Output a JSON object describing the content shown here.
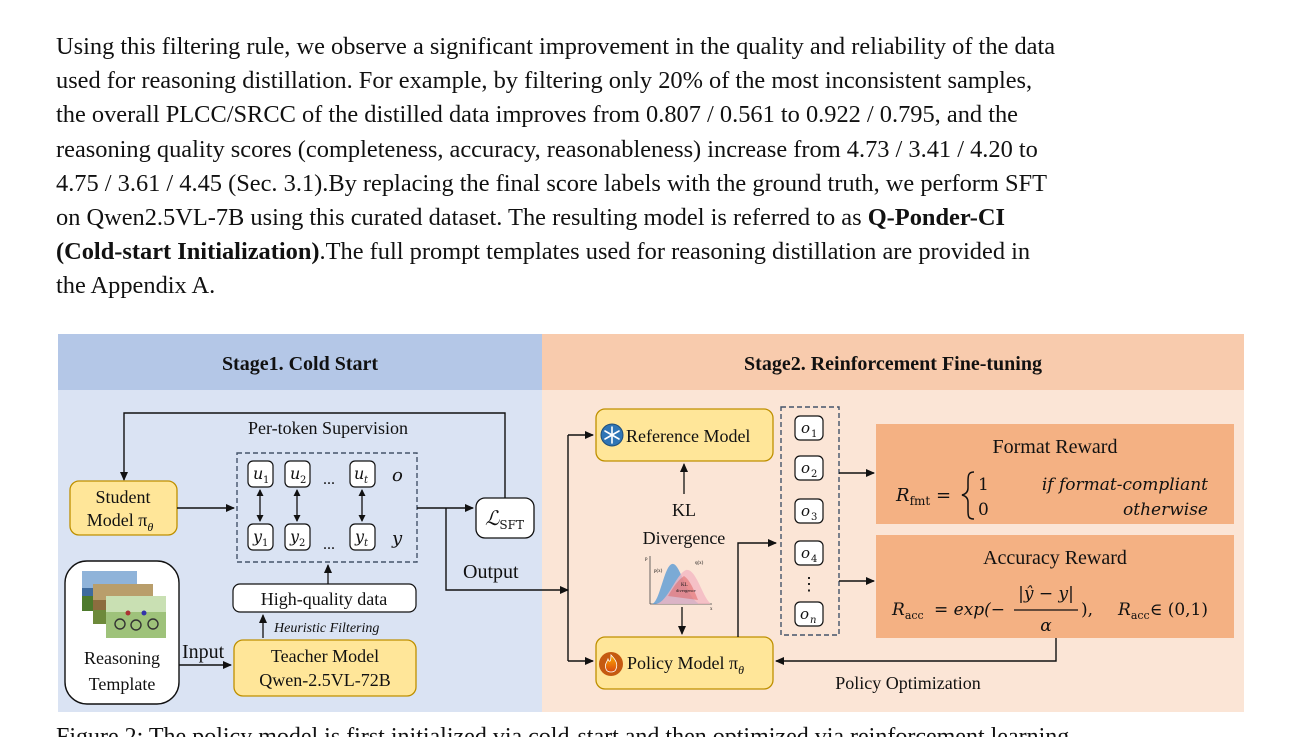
{
  "paragraph": {
    "lines": [
      "Using this filtering rule, we observe a significant improvement in the quality and reliability of the data",
      "used for reasoning distillation. For example, by filtering only 20% of the most inconsistent samples,",
      "the overall PLCC/SRCC of the distilled data improves from 0.807 / 0.561 to 0.922 / 0.795, and the",
      "reasoning quality scores (completeness, accuracy, reasonableness) increase from 4.73 / 3.41 / 4.20 to",
      "4.75 / 3.61 / 4.45 (Sec. 3.1).By replacing the final score labels with the ground truth, we perform SFT"
    ],
    "line6_pre": "on Qwen2.5VL-7B using this curated dataset. The resulting model is referred to as ",
    "line6_bold": "Q-Ponder-CI",
    "line7_bold": "(Cold-start Initialization)",
    "line7_post": ".The full prompt templates used for reasoning distillation are provided in",
    "line8": "the Appendix A."
  },
  "figure": {
    "stage1_title": "Stage1. Cold Start",
    "stage2_title": "Stage2. Reinforcement Fine-tuning",
    "per_token_supervision": "Per-token Supervision",
    "student_model_line1": "Student",
    "student_model_line2": "Model π",
    "student_model_sub": "θ",
    "u_tokens": [
      "u",
      "u",
      "u"
    ],
    "u_subs": [
      "1",
      "2",
      "t"
    ],
    "y_tokens": [
      "y",
      "y",
      "y"
    ],
    "y_subs": [
      "1",
      "2",
      "t"
    ],
    "ellipsis": "...",
    "o_label": "o",
    "y_label": "y",
    "loss_label": "ℒ",
    "loss_sub": "SFT",
    "output_label": "Output",
    "high_quality_data": "High-quality data",
    "heuristic_filtering": "Heuristic Filtering",
    "input_label": "Input",
    "teacher_model_line1": "Teacher Model",
    "teacher_model_line2": "Qwen-2.5VL-72B",
    "reasoning_template_line1": "Reasoning",
    "reasoning_template_line2": "Template",
    "reference_model": "Reference Model",
    "kl_line1": "KL",
    "kl_line2": "Divergence",
    "policy_model": "Policy Model π",
    "policy_model_sub": "θ",
    "policy_optimization": "Policy Optimization",
    "outputs": [
      "o",
      "o",
      "o",
      "o",
      "o"
    ],
    "output_subs": [
      "1",
      "2",
      "3",
      "4",
      "n"
    ],
    "vertical_dots": "⋮",
    "format_reward_title": "Format Reward",
    "format_lhs": "R",
    "format_lhs_sub": "fmt",
    "format_case1_value": "1",
    "format_case1_cond": "if format-compliant",
    "format_case2_value": "0",
    "format_case2_cond": "otherwise",
    "accuracy_reward_title": "Accuracy Reward",
    "acc_lhs": "R",
    "acc_lhs_sub": "acc",
    "acc_exp": "= exp(−",
    "acc_numerator": "|ŷ − y|",
    "acc_denominator": "α",
    "acc_close": "),",
    "acc_range_lhs": "R",
    "acc_range_sub": "acc",
    "acc_range": "∈ (0,1)",
    "kl_plot_labels": [
      "p(x)",
      "q(x)",
      "KL",
      "divergence",
      "p",
      "x"
    ],
    "colors": {
      "stage1_header": "#b4c7e7",
      "stage1_body": "#dae3f3",
      "stage2_header": "#f8cbad",
      "stage2_body": "#fbe5d6",
      "model_box": "#ffe699",
      "model_border": "#bf9000",
      "reward_box": "#f4b183",
      "dashed": "#44546a"
    }
  },
  "caption_partial": "Figure 2: The policy model is first initialized via cold-start and then optimized via reinforcement learning"
}
